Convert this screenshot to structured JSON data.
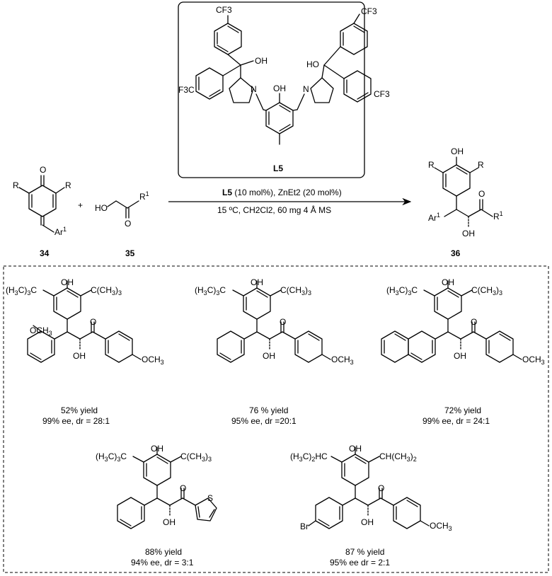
{
  "ligand": {
    "label_bold": "L5",
    "atoms": {
      "cf3_tl": "F3C",
      "cf3_tl_top": "CF3",
      "cf3_tr_top": "CF3",
      "cf3_br": "CF3",
      "oh_left": "OH",
      "oh_right": "HO",
      "oh_phenol": "OH",
      "n_left": "N",
      "n_right": "N"
    }
  },
  "reaction": {
    "conditions_line1_bold": "L5",
    "conditions_line1_rest": " (10 mol%), ZnEt2 (20 mol%)",
    "conditions_line2": "15 ºC, CH2Cl2, 60 mg 4 Å MS",
    "plus": "+",
    "compounds": [
      {
        "id": "34",
        "label": "34",
        "atoms": [
          "O",
          "R",
          "R",
          "Ar1"
        ]
      },
      {
        "id": "35",
        "label": "35",
        "atoms": [
          "HO",
          "O",
          "R1"
        ]
      },
      {
        "id": "36",
        "label": "36",
        "atoms": [
          "OH",
          "R",
          "R",
          "O",
          "Ar1",
          "R1",
          "OH"
        ]
      }
    ]
  },
  "products": [
    {
      "name": "product-1",
      "groups": [
        "(H3C)3C",
        "C(CH3)3",
        "OH",
        "OCH3",
        "OH",
        "O",
        "OCH3"
      ],
      "yield": "52% yield",
      "selectivity": "99% ee, dr = 28:1"
    },
    {
      "name": "product-2",
      "groups": [
        "(H3C)3C",
        "C(CH3)3",
        "OH",
        "OH",
        "O",
        "OCH3"
      ],
      "yield": "76 % yield",
      "selectivity": "95% ee, dr =20:1"
    },
    {
      "name": "product-3",
      "groups": [
        "(H3C)3C",
        "C(CH3)3",
        "OH",
        "OH",
        "O",
        "OCH3"
      ],
      "yield": "72% yield",
      "selectivity": "99% ee, dr = 24:1"
    },
    {
      "name": "product-4",
      "groups": [
        "(H3C)3C",
        "C(CH3)3",
        "OH",
        "OH",
        "O",
        "S"
      ],
      "yield": "88% yield",
      "selectivity": "94% ee, dr = 3:1"
    },
    {
      "name": "product-5",
      "groups": [
        "(H3C)2HC",
        "CH(CH3)2",
        "OH",
        "Br",
        "OH",
        "O",
        "OCH3"
      ],
      "yield": "87 % yield",
      "selectivity": "95% ee dr = 2:1"
    }
  ]
}
